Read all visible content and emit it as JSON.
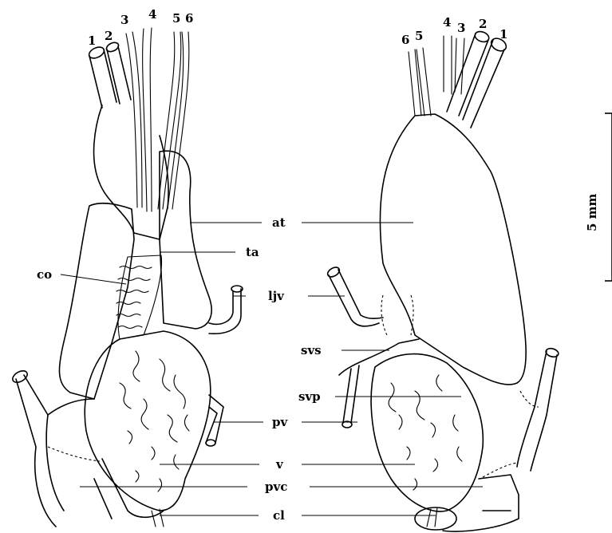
{
  "labels": {
    "at": "at",
    "ta": "ta",
    "co": "co",
    "ljv": "ljv",
    "svs": "svs",
    "svp": "svp",
    "pv": "pv",
    "v": "v",
    "pvc": "pvc",
    "cl": "cl"
  },
  "vessels_left": [
    "1",
    "2",
    "3",
    "4",
    "5",
    "6"
  ],
  "vessels_right": [
    "6",
    "5",
    "4",
    "3",
    "2",
    "1"
  ],
  "scale": {
    "label": "5 mm"
  }
}
